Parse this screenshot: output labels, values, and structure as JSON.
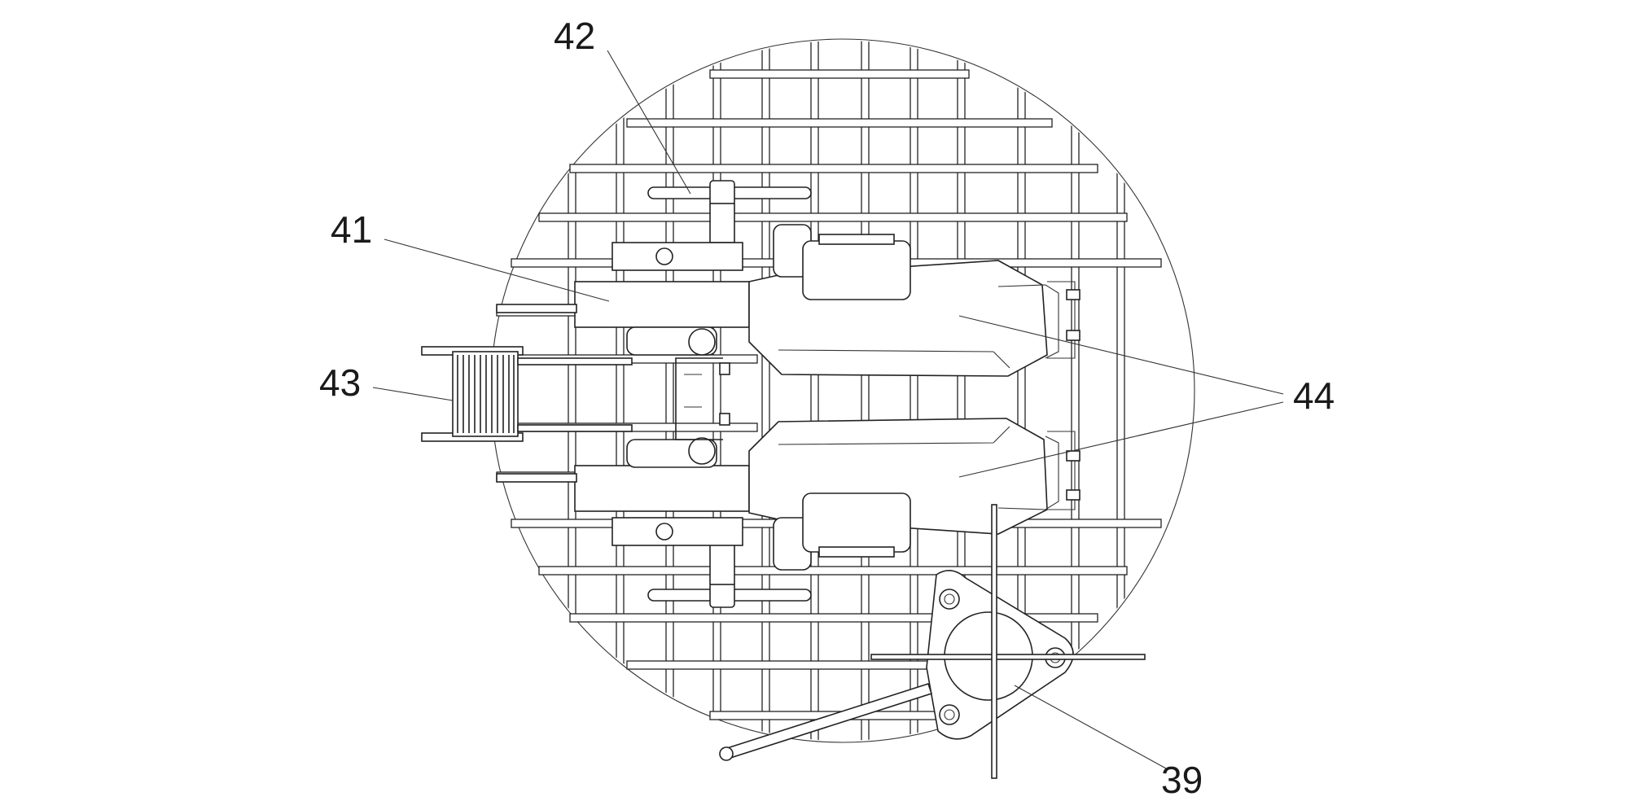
{
  "figure": {
    "labels": {
      "l39": "39",
      "l41": "41",
      "l42": "42",
      "l43": "43",
      "l44": "44"
    }
  }
}
